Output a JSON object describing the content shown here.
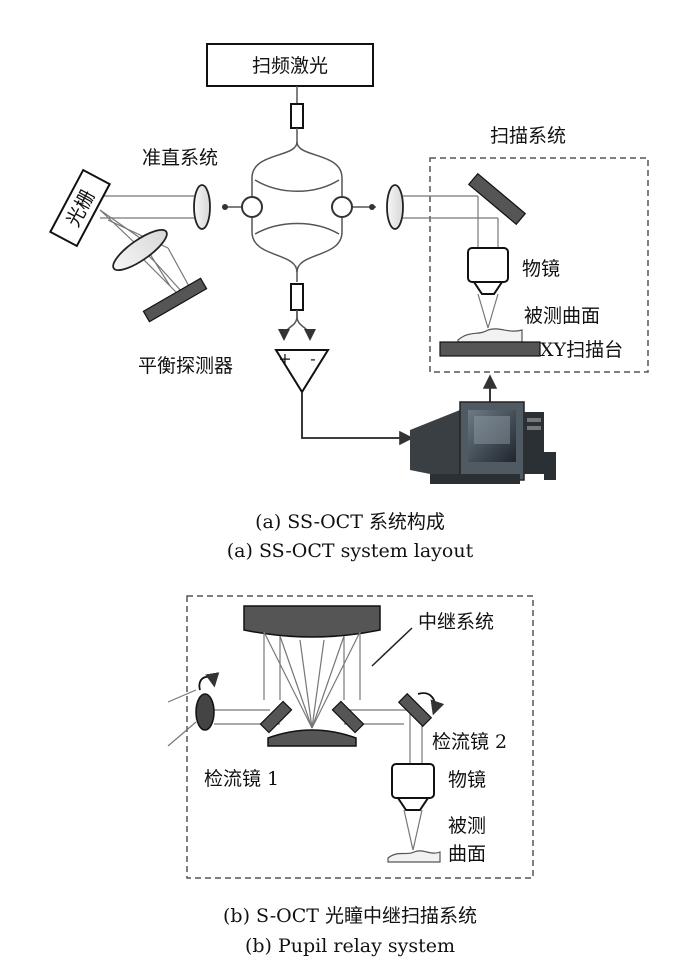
{
  "figure_a": {
    "swept_laser": "扫频激光",
    "grating": "光栅",
    "collimation": "准直系统",
    "scan_system": "扫描系统",
    "objective": "物镜",
    "measured_surface": "被测曲面",
    "xy_stage": "XY扫描台",
    "balanced_detector": "平衡探测器",
    "plus": "+",
    "minus": "-",
    "caption_zh": "(a) SS-OCT 系统构成",
    "caption_en": "(a) SS-OCT system layout"
  },
  "figure_b": {
    "relay_system": "中继系统",
    "galvo1": "检流镜 1",
    "galvo2": "检流镜 2",
    "objective": "物镜",
    "surface_line1": "被测",
    "surface_line2": "曲面",
    "caption_zh": "(b) S-OCT 光瞳中继扫描系统",
    "caption_en": "(b) Pupil relay system"
  }
}
